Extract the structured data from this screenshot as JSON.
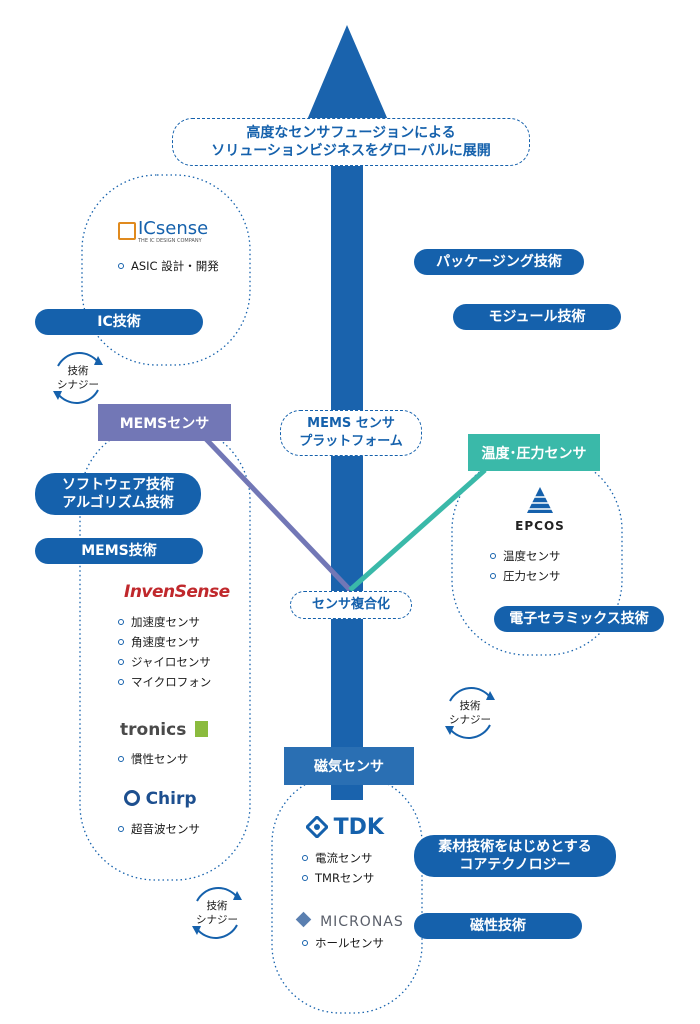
{
  "header": {
    "line1": "高度なセンサフュージョンによる",
    "line2": "ソリューションビジネスをグローバルに展開"
  },
  "center": {
    "platform_line1": "MEMS センサ",
    "platform_line2": "プラットフォーム",
    "fusion": "センサ複合化"
  },
  "tech_labels": {
    "packaging": "パッケージング技術",
    "module": "モジュール技術",
    "ic": "IC技術",
    "software_line1": "ソフトウェア技術",
    "software_line2": "アルゴリズム技術",
    "mems": "MEMS技術",
    "ceramics": "電子セラミックス技術",
    "materials_line1": "素材技術をはじめとする",
    "materials_line2": "コアテクノロジー",
    "magnetic": "磁性技術"
  },
  "synergy": {
    "line1": "技術",
    "line2": "シナジー"
  },
  "categories": {
    "mems_sensor": "MEMSセンサ",
    "temp_pressure": "温度･圧力センサ",
    "magnetic_sensor": "磁気センサ"
  },
  "companies": {
    "icsense": {
      "name": "ICsense",
      "tagline": "THE IC DESIGN COMPANY",
      "items": [
        "ASIC 設計・開発"
      ]
    },
    "invensense": {
      "name": "InvenSense",
      "items": [
        "加速度センサ",
        "角速度センサ",
        "ジャイロセンサ",
        "マイクロフォン"
      ]
    },
    "tronics": {
      "name": "tronics",
      "items": [
        "慣性センサ"
      ]
    },
    "chirp": {
      "name": "Chirp",
      "items": [
        "超音波センサ"
      ]
    },
    "epcos": {
      "name": "EPCOS",
      "items": [
        "温度センサ",
        "圧力センサ"
      ]
    },
    "tdk": {
      "name": "TDK",
      "items": [
        "電流センサ",
        "TMRセンサ"
      ]
    },
    "micronas": {
      "name": "MICRONAS",
      "items": [
        "ホールセンサ"
      ]
    }
  },
  "colors": {
    "brand_blue": "#1561ac",
    "arrow_blue": "#1a63ad",
    "mems_purple": "#7277b6",
    "teal": "#3ab9a9",
    "magnetic_blue": "#2a6fb3",
    "invensense_red": "#c0282c",
    "tronics_green": "#8bbb3e"
  }
}
